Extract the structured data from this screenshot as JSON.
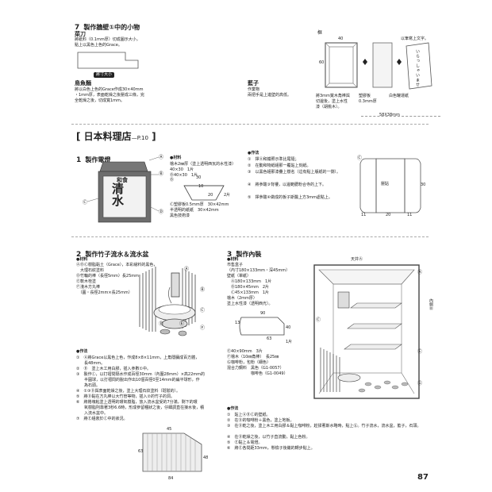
{
  "top": {
    "title_num": "7",
    "title": "製作牆壁①中的小物",
    "knife": {
      "name": "菜刀",
      "desc": "將紙料（0.1mm厚）切成圖示大小，\n點上以黑色上色的Grace。",
      "tag": "將寸大小"
    },
    "fish": {
      "name": "鳥魚麵",
      "desc": "將以白色上色的Grace作成30×40mm\n・1mm厚，表面乾燥之後壓成三條，完\n全乾燥之後，切成寬1mm。"
    },
    "ladle": {
      "name": "藍子",
      "desc": "作業物\n兩把手是上進壁的高低。"
    },
    "frame": {
      "label": "框",
      "dim_w": "40",
      "dim_h": "60",
      "note1": "將3mm寬木角棒與\n切邊後，塗上水性\n漆（胡桃木）。",
      "note2": "塑膠板\n0.3mm厚",
      "note3": "白色罐運紙",
      "note4": "以筆寫上文字。",
      "size": "58X38mm",
      "script": "いらっしゃいませ"
    }
  },
  "section": {
    "title": "日本料理店",
    "page_ref": "—P.10"
  },
  "lamp": {
    "num": "1",
    "title": "製作電燈",
    "labels": [
      "Ⓐ",
      "Ⓑ",
      "Ⓒ",
      "Ⓓ"
    ],
    "sign_small": "和食",
    "sign_big": "清水",
    "mat_head": "●材料",
    "mat_lines": [
      "檜木2㎜厚（塗上透明西瓦的水性漆）",
      "40×30　1片",
      "Ⓑ40×30　1片",
      "Ⓒ塑膠板0.5mm厚　30×42mm",
      "半透明的紙紙　30×42mm",
      "黑色技術漆"
    ],
    "shape_dims": [
      "30",
      "10",
      "20",
      "2片"
    ],
    "shape_label": "Ⓑ",
    "method_head": "●作法",
    "method": [
      "①　擇Ⓐ和鐵照示準比尾隨；",
      "②　在動和物紙組那一覆貼上刻紙。",
      "③　以黑色組那漆疊上樹名（這有點上版紙的一側）。",
      "④　將參酸③背樓，以邊範腮粉合寺的上下。",
      "⑤　擇參酸④做成的板子斯醫上方3mm處點上。"
    ],
    "panel_label": "壓貼",
    "panel_dims": [
      "11",
      "20",
      "11",
      "30"
    ]
  },
  "bamboo": {
    "num": "2",
    "title": "製作竹子流水＆流水盆",
    "mat_head": "●材料",
    "mat_lines": [
      "ⒶⒷⒸ樹脂黏土（Grace），本彩繪料的黑色，",
      "　大理石紋塗料",
      "Ⓓ竹輪的棒（長徑5mm）長25mm",
      "Ⓔ軟木栓塗",
      "Ⓕ淺木方丸棒",
      "　（圓・長徑2mm×長25mm）"
    ],
    "labels": [
      "Ⓐ",
      "Ⓑ",
      "Ⓒ",
      "Ⓓ",
      "Ⓔ",
      "Ⓕ"
    ],
    "method_head": "●作法",
    "method": [
      "①　Ⓐ將Grace以黑色上色，作成8×8×11mm，上角隱臟成百方體，",
      "　　長48mm。",
      "②　Ⓑ　塗上木工用白膠，插入參數①中。",
      "③　製作Ⓒ，以打褶問隔水作成百徑30mm（內圍28mm）×高22mm的",
      "　　半圓球，以打褶問的脫出作出10個百徑0至14mm的扁平球形，作",
      "　　為石頭。",
      "④　①③Ⓓ與表面乾燥之後，塗上大理石紋塗料（斑駁的）。",
      "⑤　將Ⓓ黏在方丸棒以大竹管等物，插入②的竹子的洞。",
      "⑥　將捲塊粘塗上透明的環氧樹脂，放入流水盆受的7分滿，剩下的環",
      "　　氧樹脂則靠著3秒6.6時，形成參留種狀之後，仔細調直在接水後，積",
      "　　入流水盆中。",
      "⑦　將Ⓔ組裝於Ⓒ中的狀況。"
    ],
    "dims": [
      "45",
      "63",
      "48",
      "84"
    ]
  },
  "interior": {
    "num": "3",
    "title": "製作內裝",
    "mat_head": "●材料",
    "mat_lines": [
      "市售盒子",
      "（內寸180×133mm・深45mm）",
      "壁紙（單紙）",
      "　Ⓐ180×133mm　1片",
      "　Ⓑ180×45mm　2片",
      "　Ⓒ45×133mm　1片",
      "檜木（2mm厚）",
      "塗上水性漆（透明西光）。",
      "Ⓔ40×90mm　3片",
      "Ⓕ檜木（10㎜角棒）　長25㎜",
      "Ⓖ咖啡粉，包粉（細色）",
      "混合力鋼料　黑色（G1-0057）",
      "　　　　　　咖啡色（G1-0049）"
    ],
    "shelf_dims": [
      "90",
      "13",
      "40",
      "63",
      "1片"
    ],
    "labels": [
      "Ⓐ",
      "Ⓑ",
      "Ⓒ",
      "Ⓓ",
      "Ⓔ",
      "Ⓕ",
      "Ⓖ"
    ],
    "ceiling_label": "天井Ⓐ",
    "right_label": "內側Ⓑ",
    "method_head": "●作法",
    "method": [
      "①　貼上ⒶⒷⒸ的壁紙。",
      "②　在Ⓓ的咖啡粉＋黑色，塗上地板。",
      "③　在Ⓓ乾之後，塗上木工用白膠＆黏上咖啡粉，趁揉著斯水略時，點上Ⓖ。竹子流水，流水盆，籃子，石頭。",
      "④　在Ⓓ乾燥之後，以竹子直流動，黏上色粉。",
      "⑤　Ⓔ黏上＆電燈。",
      "⑥　將Ⓔ各問距33mm，懸檢子後繼的轉步點上。"
    ]
  },
  "page_number": "87"
}
